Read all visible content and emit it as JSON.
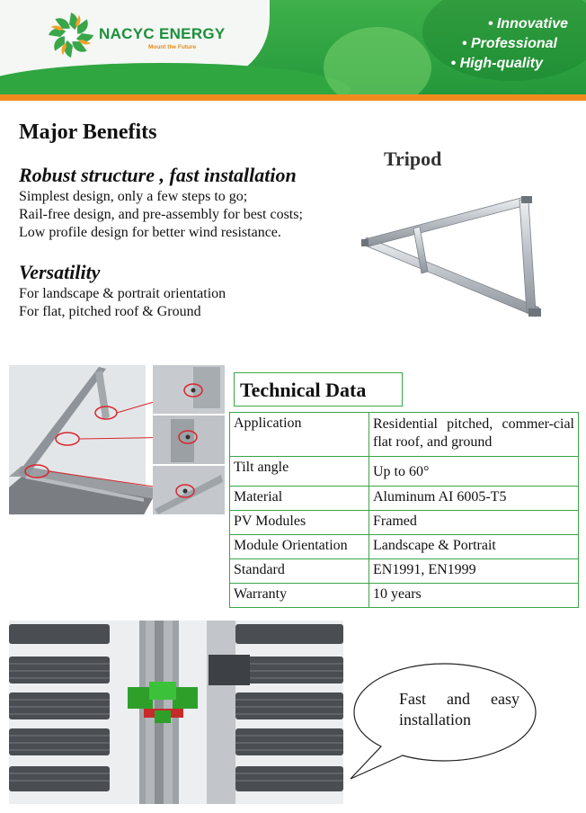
{
  "header": {
    "brand": "NACYC ENERGY",
    "tagline": "Mount the Future",
    "slogans": [
      "• Innovative",
      "• Professional",
      "• High-quality"
    ],
    "colors": {
      "green": "#2fa640",
      "orange": "#f08c1e"
    }
  },
  "benefits": {
    "title": "Major Benefits",
    "robust": {
      "heading": "Robust structure , fast installation",
      "lines": [
        "Simplest design, only a few steps to go;",
        "Rail-free design, and pre-assembly for best costs;",
        "Low profile design for better wind resistance."
      ]
    },
    "versatility": {
      "heading": "Versatility",
      "lines": [
        "For landscape & portrait  orientation",
        "For flat, pitched roof & Ground"
      ]
    }
  },
  "product": {
    "label": "Tripod"
  },
  "technical": {
    "title": "Technical  Data",
    "rows": [
      {
        "key": "Application",
        "value": "Residential pitched, commer-cial flat roof, and ground"
      },
      {
        "key": "Tilt  angle",
        "value": "Up to 60°"
      },
      {
        "key": "Material",
        "value": "Aluminum AI 6005-T5"
      },
      {
        "key": "PV Modules",
        "value": "Framed"
      },
      {
        "key": "Module Orientation",
        "value": "Landscape & Portrait"
      },
      {
        "key": "Standard",
        "value": "EN1991, EN1999"
      },
      {
        "key": "Warranty",
        "value": "10 years"
      }
    ]
  },
  "callout": {
    "line1": "Fast    and    easy",
    "line2": "installation"
  }
}
